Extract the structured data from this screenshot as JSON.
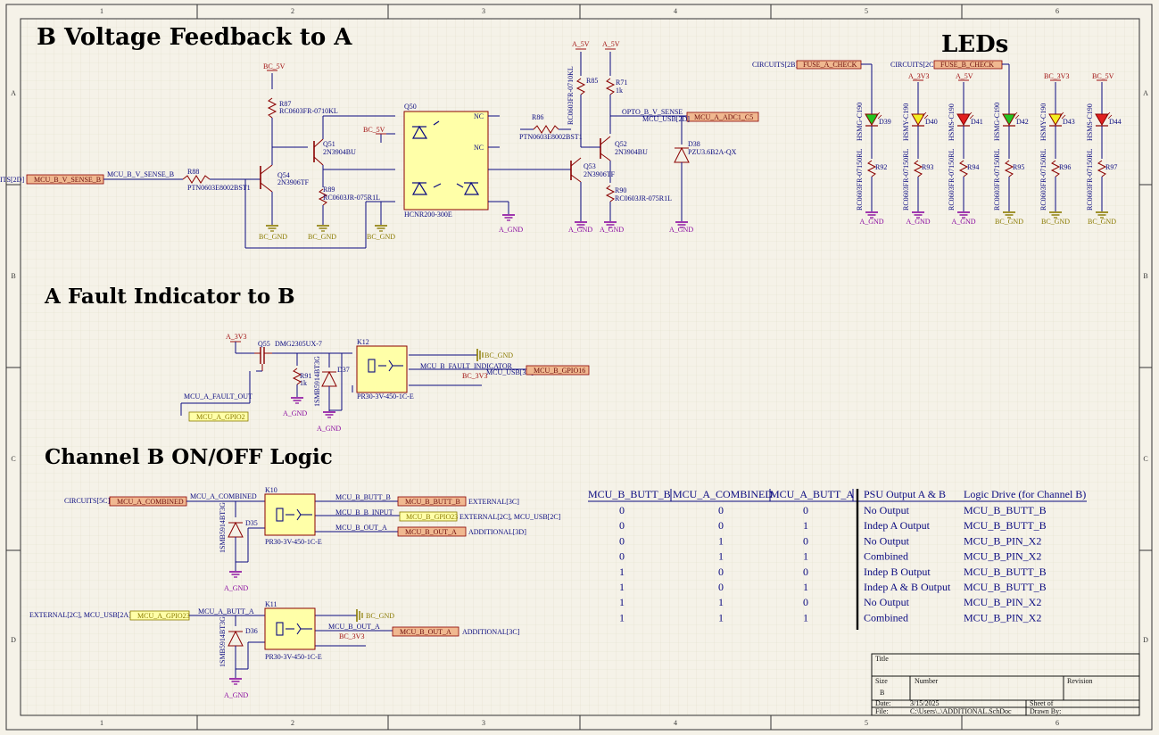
{
  "titles": {
    "feedback": "B Voltage Feedback to A",
    "leds": "LEDs",
    "fault": "A Fault Indicator to B",
    "onoff": "Channel B ON/OFF Logic"
  },
  "ruler": {
    "cols": [
      "1",
      "2",
      "3",
      "4",
      "5",
      "6"
    ],
    "rows": [
      "A",
      "B",
      "C",
      "D"
    ]
  },
  "feedback": {
    "port_in_prefix": "ITS[2D]",
    "port_in": "MCU_B_V_SENSE_B",
    "net_in": "MCU_B_V_SENSE_B",
    "r88": "R88",
    "r88_val": "PTN0603E8002BST1",
    "r87": "R87",
    "r87_val": "RC0603FR-0710KL",
    "q51": "Q51",
    "q51_val": "2N3904BU",
    "q54": "Q54",
    "q54_val": "2N3906TF",
    "r89": "R89",
    "r89_val": "RC0603JR-075R1L",
    "q50": "Q50",
    "q50_val": "HCNR200-300E",
    "nc": "NC",
    "bc5v": "BC_5V",
    "bcgnd": "BC_GND",
    "agnd": "A_GND",
    "a5v": "A_5V",
    "r86": "R86",
    "r86_val": "PTN0603E8002BST1",
    "r85": "R85",
    "r85_val": "RC0603FR-0710KL",
    "r71": "R71",
    "r71_val": "1k",
    "q52": "Q52",
    "q52_val": "2N3904BU",
    "q53": "Q53",
    "q53_val": "2N3906TF",
    "r90": "R90",
    "r90_val": "RC0603JR-075R1L",
    "d38": "D38",
    "d38_val": "PZU3.6B2A-QX",
    "net_out": "OPTO_B_V_SENSE",
    "net_out2": "MCU_USB[2D]",
    "port_out": "MCU_A_ADC1_C5"
  },
  "leds": {
    "circ1": "CIRCUITS[2B]",
    "fuse_a": "FUSE_A_CHECK",
    "circ2": "CIRCUITS[2C]",
    "fuse_b": "FUSE_B_CHECK",
    "rails": [
      "A_3V3",
      "A_5V",
      "BC_3V3",
      "BC_5V"
    ],
    "diodes": [
      {
        "ref": "D39",
        "part": "HSMG-C190",
        "r": "R92",
        "rval": "RC0603FR-07150RL",
        "gnd": "A_GND",
        "color": "#22c422"
      },
      {
        "ref": "D40",
        "part": "HSMY-C190",
        "r": "R93",
        "rval": "RC0603FR-07150RL",
        "gnd": "A_GND",
        "color": "#f2ee20"
      },
      {
        "ref": "D41",
        "part": "HSMS-C190",
        "r": "R94",
        "rval": "RC0603FR-07150RL",
        "gnd": "A_GND",
        "color": "#e02020"
      },
      {
        "ref": "D42",
        "part": "HSMG-C190",
        "r": "R95",
        "rval": "RC0603FR-07150RL",
        "gnd": "BC_GND",
        "color": "#22c422"
      },
      {
        "ref": "D43",
        "part": "HSMY-C190",
        "r": "R96",
        "rval": "RC0603FR-07150RL",
        "gnd": "BC_GND",
        "color": "#f2ee20"
      },
      {
        "ref": "D44",
        "part": "HSMS-C190",
        "r": "R97",
        "rval": "RC0603FR-07150RL",
        "gnd": "BC_GND",
        "color": "#e02020"
      }
    ]
  },
  "fault": {
    "a3v3": "A_3V3",
    "q55": "Q55",
    "q55_val": "DMG2305UX-7",
    "k12": "K12",
    "k12_val": "PR30-3V-450-1C-E",
    "r91": "R91",
    "r91_val": "1k",
    "d37": "D37",
    "d37_val": "1SMB5914BT3G",
    "net_fault": "MCU_A_FAULT_OUT",
    "port_gpio2": "MCU_A_GPIO2",
    "bcgnd": "BC_GND",
    "net_b_fault": "MCU_B_FAULT_INDICATOR",
    "net_usb": "MCU_USB[3D]",
    "port_gpio16": "MCU_B_GPIO16",
    "bc3v3": "BC_3V3",
    "agnd": "A_GND"
  },
  "onoff": {
    "circ5c": "CIRCUITS[5C]",
    "port_comb": "MCU_A_COMBINED",
    "net_comb": "MCU_A_COMBINED",
    "k10": "K10",
    "k10_val": "PR30-3V-450-1C-E",
    "d35": "D35",
    "d35_val": "1SMB5914BT3G",
    "net_butt_b": "MCU_B_BUTT_B",
    "port_butt_b": "MCU_B_BUTT_B",
    "ext3c": "EXTERNAL[3C]",
    "net_b_input": "MCU_B_B_INPUT",
    "port_gpio23": "MCU_B_GPIO23",
    "ext2c": "EXTERNAL[2C], MCU_USB[2C]",
    "net_out_a": "MCU_B_OUT_A",
    "port_out_a": "MCU_B_OUT_A",
    "add3d": "ADDITIONAL[3D]",
    "agnd": "A_GND",
    "ext2a": "EXTERNAL[2C], MCU_USB[2A]",
    "port_a_gpio23": "MCU_A_GPIO23",
    "net_butt_a": "MCU_A_BUTT_A",
    "k11": "K11",
    "k11_val": "PR30-3V-450-1C-E",
    "d36": "D36",
    "d36_val": "1SMB5914BT3G",
    "bcgnd": "BC_GND",
    "net_out_a2": "MCU_B_OUT_A",
    "bc3v3": "BC_3V3",
    "port_out_a2": "MCU_B_OUT_A",
    "add3c": "ADDITIONAL[3C]"
  },
  "truth_table": {
    "headers": [
      "MCU_B_BUTT_B",
      "MCU_A_COMBINED",
      "MCU_A_BUTT_A",
      "PSU Output A & B",
      "Logic Drive (for Channel B)"
    ],
    "rows": [
      [
        "0",
        "0",
        "0",
        "No Output",
        "MCU_B_BUTT_B"
      ],
      [
        "0",
        "0",
        "1",
        "Indep A Output",
        "MCU_B_BUTT_B"
      ],
      [
        "0",
        "1",
        "0",
        "No Output",
        "MCU_B_PIN_X2"
      ],
      [
        "0",
        "1",
        "1",
        "Combined",
        "MCU_B_PIN_X2"
      ],
      [
        "1",
        "0",
        "0",
        "Indep B Output",
        "MCU_B_BUTT_B"
      ],
      [
        "1",
        "0",
        "1",
        "Indep A & B Output",
        "MCU_B_BUTT_B"
      ],
      [
        "1",
        "1",
        "0",
        "No Output",
        "MCU_B_PIN_X2"
      ],
      [
        "1",
        "1",
        "1",
        "Combined",
        "MCU_B_PIN_X2"
      ]
    ]
  },
  "title_block": {
    "title_label": "Title",
    "size_label": "Size",
    "size_value": "B",
    "number_label": "Number",
    "revision_label": "Revision",
    "date_label": "Date:",
    "date_value": "3/15/2025",
    "sheet_label": "Sheet   of",
    "file_label": "File:",
    "file_value": "C:\\Users\\..\\ADDITIONAL.SchDoc",
    "drawn_label": "Drawn By:"
  },
  "colors": {
    "wire": "#0a0a80",
    "component": "#8a0000",
    "body_fill": "#ffffa8",
    "port_fill": "#f0b890",
    "grid": "#e0dcc8"
  }
}
